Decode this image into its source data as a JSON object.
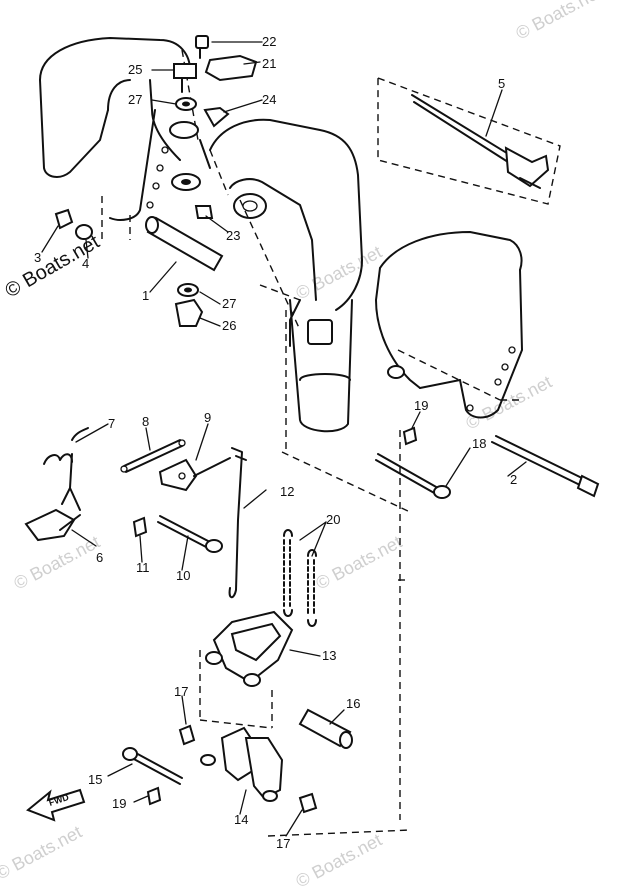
{
  "diagram": {
    "callouts": [
      "1",
      "2",
      "3",
      "4",
      "5",
      "6",
      "7",
      "8",
      "9",
      "10",
      "11",
      "12",
      "13",
      "14",
      "15",
      "16",
      "17",
      "17",
      "18",
      "19",
      "19",
      "20",
      "21",
      "22",
      "23",
      "24",
      "25",
      "26",
      "27",
      "27"
    ],
    "watermark_main": "© Boats.net",
    "watermarks": [
      "© Boats.net",
      "© Boats.net",
      "© Boats.net",
      "© Boats.net",
      "© Boats.net",
      "© Boats.net",
      "© Boats.net"
    ],
    "fwd_label": "FWD"
  }
}
